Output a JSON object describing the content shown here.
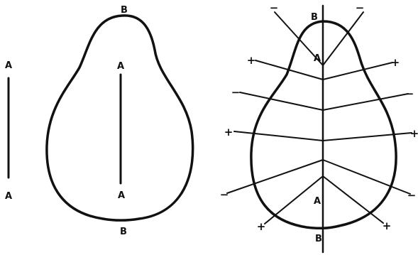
{
  "figure": {
    "panel_1": {
      "line_labels": [
        "A",
        "A"
      ]
    },
    "panel_2": {
      "outline_labels": [
        "B",
        "B"
      ],
      "line_labels": [
        "A",
        "A"
      ]
    },
    "panel_3": {
      "outline_labels": [
        "B",
        "B"
      ],
      "axis_labels": [
        "A",
        "A"
      ],
      "signs": [
        "−",
        "−",
        "+",
        "+",
        "−",
        "−",
        "+",
        "+",
        "−",
        "−",
        "+",
        "+"
      ]
    }
  }
}
